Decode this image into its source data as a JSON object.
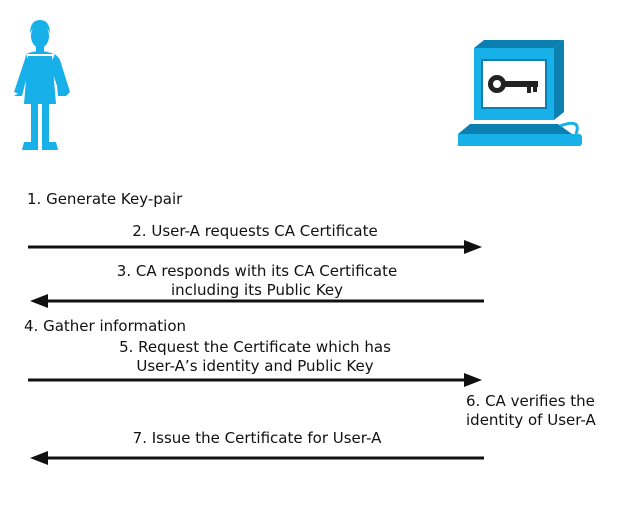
{
  "colors": {
    "figure": "#17b0e8",
    "figure_dark": "#0b7fb0",
    "arrow": "#111111",
    "screen": "#ffffff",
    "key": "#222222"
  },
  "actors": {
    "left_icon": "person-icon",
    "right_icon": "ca-computer-icon"
  },
  "steps": [
    {
      "text": "1. Generate Key-pair"
    },
    {
      "text": "2. User-A requests CA Certificate"
    },
    {
      "line1": "3. CA responds with its CA Certificate",
      "line2": "including its Public Key"
    },
    {
      "text": "4. Gather information"
    },
    {
      "line1": "5. Request the Certificate which has",
      "line2": "User-A’s identity and Public Key"
    },
    {
      "line1": "6. CA verifies the",
      "line2": "identity of User-A"
    },
    {
      "text": "7. Issue the Certificate for User-A"
    }
  ],
  "arrows": [
    {
      "step": 2,
      "direction": "right"
    },
    {
      "step": 3,
      "direction": "left"
    },
    {
      "step": 5,
      "direction": "right"
    },
    {
      "step": 7,
      "direction": "left"
    }
  ]
}
